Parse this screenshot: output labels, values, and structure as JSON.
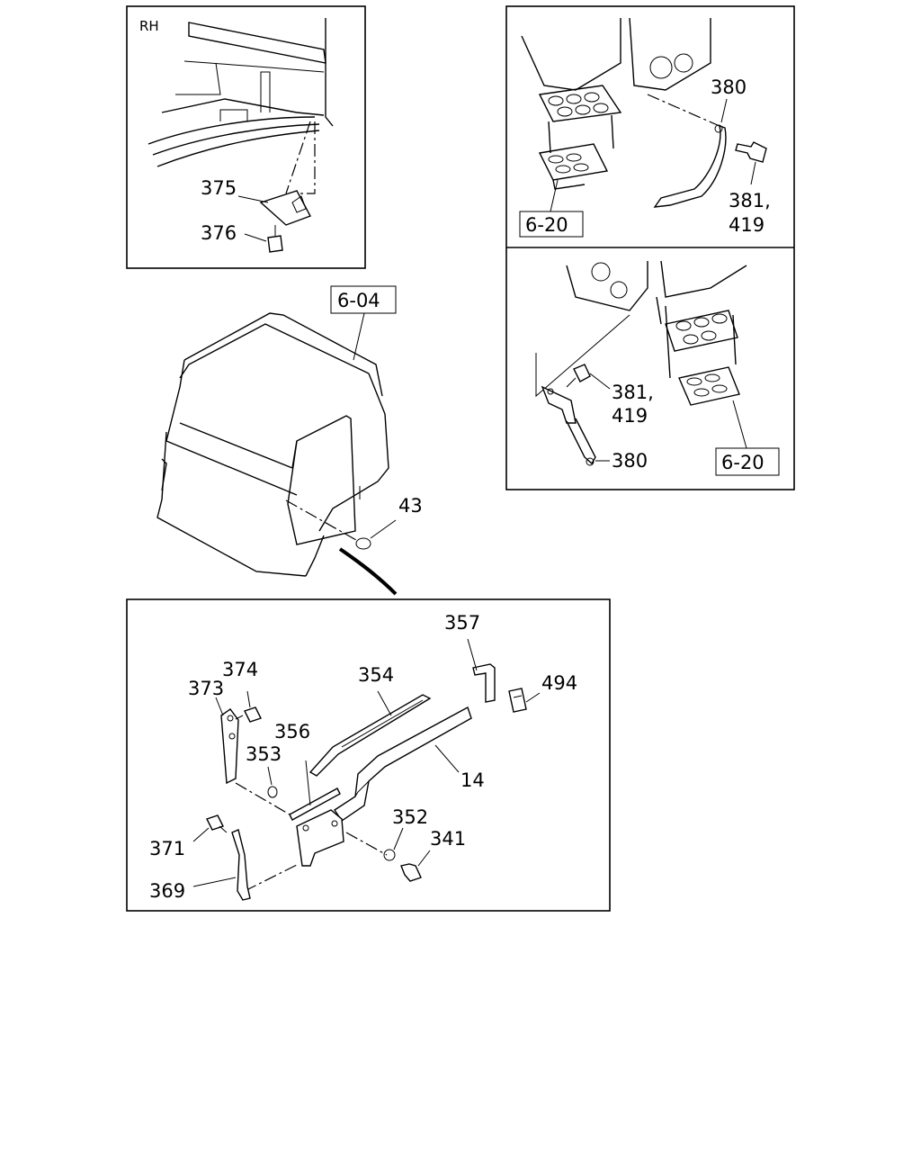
{
  "callouts": {
    "rh": "RH",
    "p375": "375",
    "p376": "376",
    "p380a": "380",
    "p381a": "381,",
    "p419a": "419",
    "ref620a": "6-20",
    "p381b": "381,",
    "p419b": "419",
    "p380b": "380",
    "ref620b": "6-20",
    "ref604": "6-04",
    "p43": "43",
    "p357": "357",
    "p354": "354",
    "p494": "494",
    "p374": "374",
    "p373": "373",
    "p356": "356",
    "p353": "353",
    "p14": "14",
    "p352": "352",
    "p341": "341",
    "p371": "371",
    "p369": "369"
  }
}
